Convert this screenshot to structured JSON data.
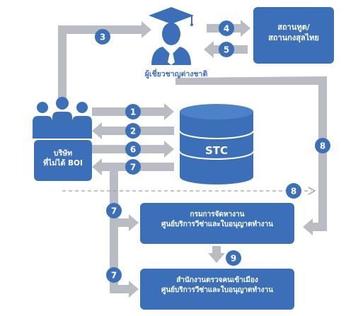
{
  "nodes": {
    "expert": {
      "label": "ผู้เชี่ยวชาญต่างชาติ"
    },
    "embassy": {
      "line1": "สถานทูต/",
      "line2": "สถานกงสุลไทย"
    },
    "company": {
      "line1": "บริษัท",
      "line2": "ที่ไม่ได้ BOI"
    },
    "stc": {
      "label": "STC"
    },
    "doe": {
      "line1": "กรมการจัดหางาน",
      "line2": "ศูนย์บริการวีซ่าและใบอนุญาตทำงาน"
    },
    "immigration": {
      "line1": "สำนักงานตรวจคนเข้าเมือง",
      "line2": "ศูนย์บริการวีซ่าและใบอนุญาตทำงาน"
    }
  },
  "steps": [
    "1",
    "2",
    "3",
    "4",
    "5",
    "6",
    "7",
    "7",
    "7",
    "8",
    "8",
    "9"
  ],
  "colors": {
    "primary": "#3b6fb7",
    "arrow": "#b9bcc2",
    "text_light": "#ffffff"
  }
}
